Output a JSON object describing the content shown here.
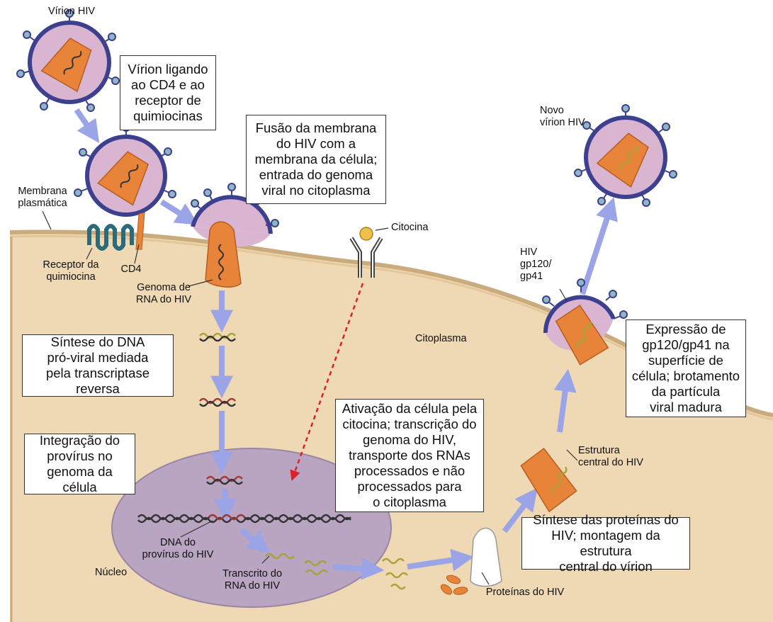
{
  "labels": {
    "virion_hiv": "Vírion HIV",
    "novo_virion": "Novo\nvírion HIV",
    "membrana": "Membrana\nplasmática",
    "receptor": "Receptor da\nquimiocina",
    "cd4": "CD4",
    "genoma_rna": "Genoma de\nRNA do HIV",
    "citocina": "Citocina",
    "citoplasma": "Citoplasma",
    "hiv_gp": "HIV\ngp120/\ngp41",
    "estrutura_central": "Estrutura\ncentral do HIV",
    "dna_provirus": "DNA do\nprovírus do HIV",
    "nucleo": "Núcleo",
    "transcrito": "Transcrito do\nRNA do HIV",
    "proteinas": "Proteínas do HIV"
  },
  "boxes": {
    "ligando": "Vírion ligando\nao CD4 e ao\nreceptor de\nquimiocinas",
    "fusao": "Fusão da membrana\ndo HIV com a\nmembrana da célula;\nentrada do genoma\nviral no citoplasma",
    "sintese_dna": "Síntese do DNA\npró-viral mediada\npela transcriptase reversa",
    "integracao": "Integração do\nprovírus no\ngenoma da célula",
    "ativacao": "Ativação da célula pela\ncitocina; transcrição do\ngenoma do HIV,\ntransporte dos RNAs\nprocessados e não\nprocessados para\no citoplasma",
    "expressao": "Expressão de\ngp120/gp41 na\nsuperfície de\ncélula; brotamento\nda partícula\nviral madura",
    "sintese_proteinas": "Síntese das proteínas do\nHIV; montagem da estrutura\ncentral do vírion"
  },
  "colors": {
    "cell": "#efd9b5",
    "nucleus": "#b9a5c1",
    "virion_fill": "#d9b5d2",
    "virion_envelope": "#3d3f8f",
    "core": "#e8843a",
    "arrow": "#9aa4e6",
    "cytokine_arrow": "#d8232a",
    "glycoprotein": "#8fb7c3"
  }
}
